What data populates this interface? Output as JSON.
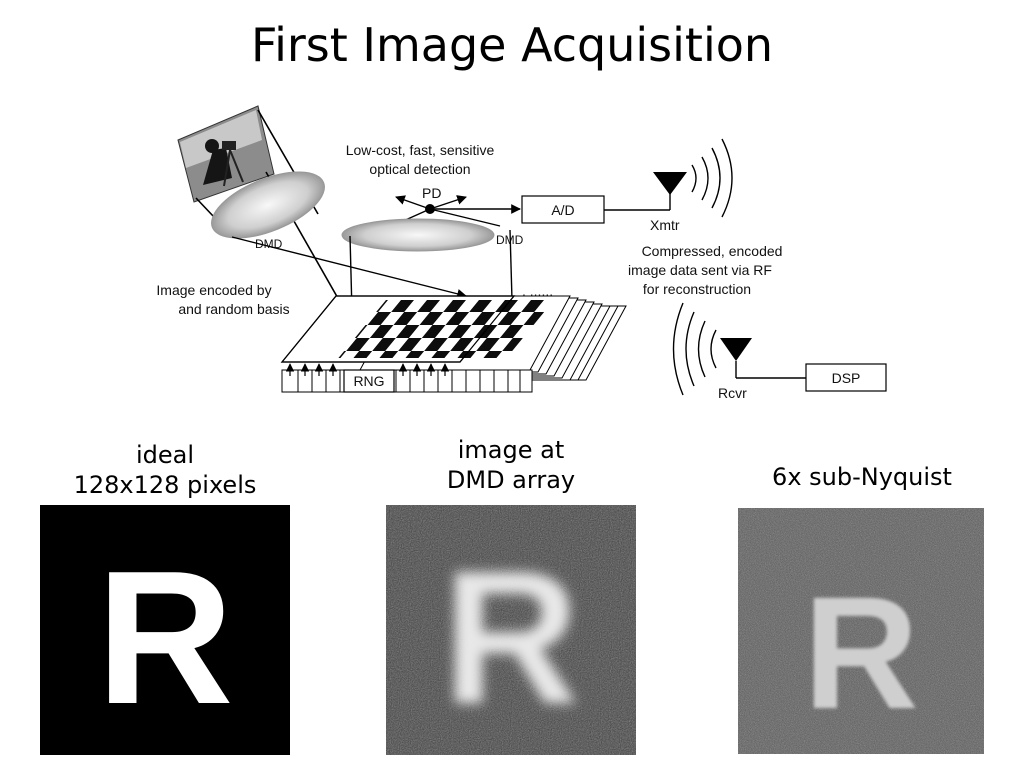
{
  "title": "First Image Acquisition",
  "diagram": {
    "detection_label_line1": "Low-cost, fast, sensitive",
    "detection_label_line2": "optical detection",
    "pd_label": "PD",
    "ad_label": "A/D",
    "xmtr_label": "Xmtr",
    "dmd_label_left": "DMD",
    "dmd_label_right": "DMD",
    "compressed_line1": "Compressed, encoded",
    "compressed_line2": "image data sent via RF",
    "compressed_line3": "for reconstruction",
    "encoded_line1": "Image encoded by",
    "encoded_line2": "and random basis",
    "dots_label": ". ......",
    "rng_label": "RNG",
    "rcvr_label": "Rcvr",
    "dsp_label": "DSP"
  },
  "panels": [
    {
      "caption_line1": "ideal",
      "caption_line2": "128x128 pixels",
      "letter": "R"
    },
    {
      "caption_line1": "image at",
      "caption_line2": "DMD array",
      "letter": "R"
    },
    {
      "caption_line1": "6x sub-Nyquist",
      "letter": "R"
    }
  ]
}
